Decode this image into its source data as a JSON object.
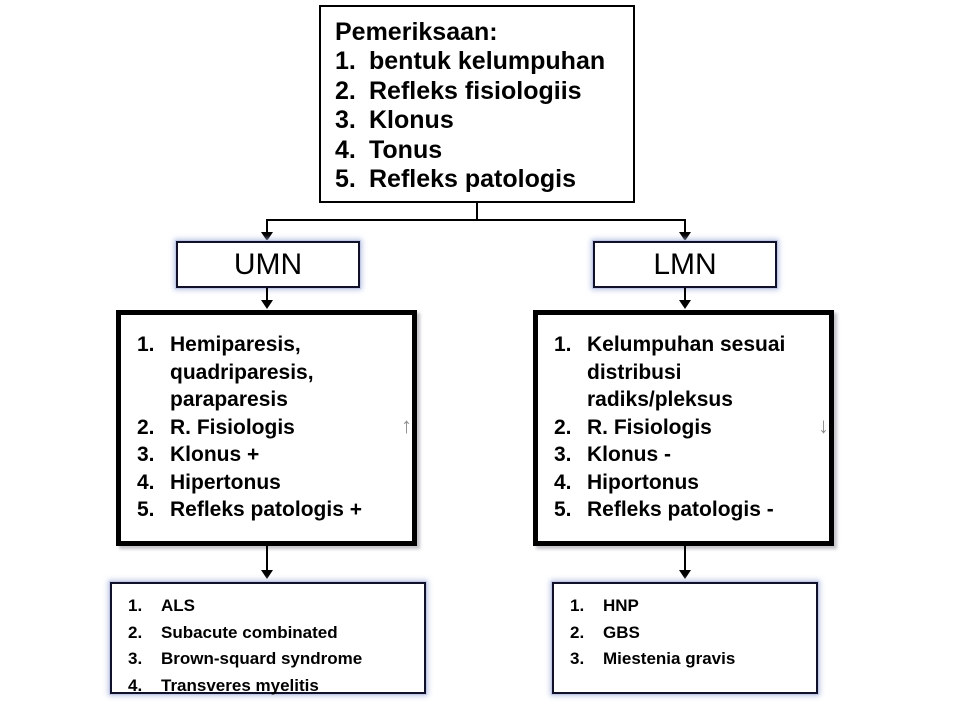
{
  "diagram": {
    "title": "UMN vs LMN examination flowchart",
    "colors": {
      "background": "#ffffff",
      "line": "#000000",
      "glow": "#b2bde2",
      "heavy_border": "#000000",
      "arrow_glyph": "#8d8d8d"
    },
    "top_box": {
      "heading": "Pemeriksaan:",
      "items": [
        {
          "num": "1.",
          "text": "bentuk kelumpuhan"
        },
        {
          "num": "2.",
          "text": "Refleks fisiologiis"
        },
        {
          "num": "3.",
          "text": "Klonus"
        },
        {
          "num": "4.",
          "text": "Tonus"
        },
        {
          "num": "5.",
          "text": "Refleks patologis"
        }
      ]
    },
    "branches": [
      {
        "label": "UMN"
      },
      {
        "label": "LMN"
      }
    ],
    "umn_detail": {
      "items": [
        {
          "num": "1.",
          "text": "Hemiparesis,",
          "cont1": "quadriparesis,",
          "cont2": "paraparesis"
        },
        {
          "num": "2.",
          "text": "R. Fisiologis",
          "arrow": "↑"
        },
        {
          "num": "3.",
          "text": "Klonus +"
        },
        {
          "num": "4.",
          "text": "Hipertonus"
        },
        {
          "num": "5.",
          "text": "Refleks patologis +"
        }
      ]
    },
    "lmn_detail": {
      "items": [
        {
          "num": "1.",
          "text": "Kelumpuhan sesuai",
          "cont1": "distribusi",
          "cont2": "radiks/pleksus"
        },
        {
          "num": "2.",
          "text": "R. Fisiologis",
          "arrow": "↓"
        },
        {
          "num": "3.",
          "text": "Klonus -"
        },
        {
          "num": "4.",
          "text": "Hiportonus"
        },
        {
          "num": "5.",
          "text": "Refleks patologis -"
        }
      ]
    },
    "umn_diagnoses": {
      "items": [
        {
          "num": "1.",
          "text": "ALS"
        },
        {
          "num": "2.",
          "text": "Subacute combinated"
        },
        {
          "num": "3.",
          "text": "Brown-squard syndrome"
        },
        {
          "num": "4.",
          "text": "Transveres myelitis"
        }
      ]
    },
    "lmn_diagnoses": {
      "items": [
        {
          "num": "1.",
          "text": "HNP"
        },
        {
          "num": "2.",
          "text": "GBS"
        },
        {
          "num": "3.",
          "text": "Miestenia gravis"
        }
      ]
    }
  }
}
